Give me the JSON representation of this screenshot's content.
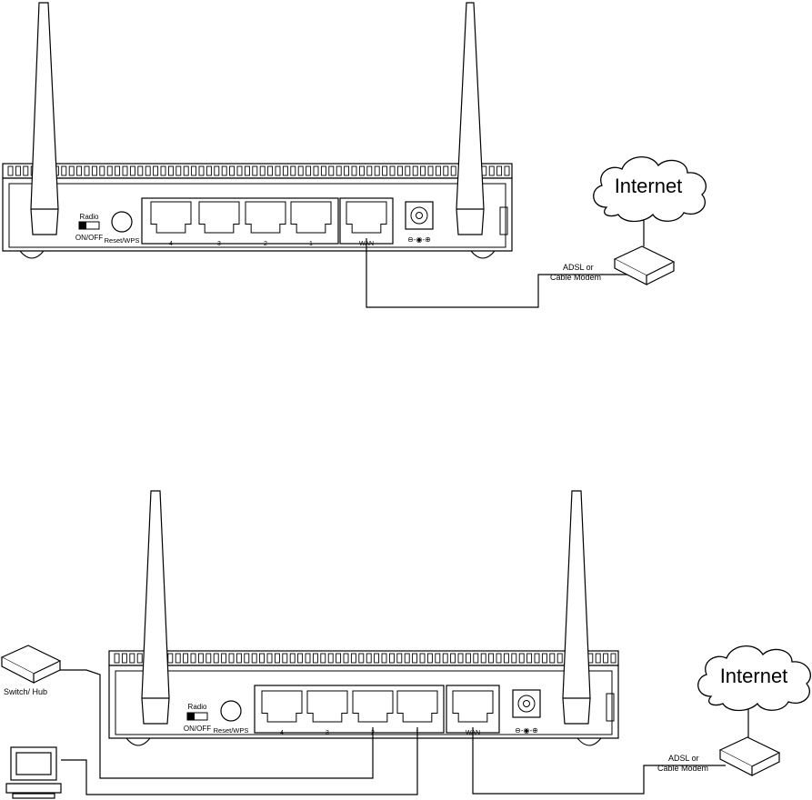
{
  "diagram_1": {
    "router": {
      "radio_label": "Radio",
      "switch_label": "ON/OFF",
      "reset_label": "Reset/WPS",
      "lan_ports": [
        "4",
        "3",
        "2",
        "1"
      ],
      "wan_label": "WAN",
      "power_symbol": "⊖-◉-⊕"
    },
    "modem_label": [
      "ADSL or",
      "Cable Modem"
    ],
    "cloud_label": "Internet"
  },
  "diagram_2": {
    "router": {
      "radio_label": "Radio",
      "switch_label": "ON/OFF",
      "reset_label": "Reset/WPS",
      "lan_ports": [
        "4",
        "3",
        "2",
        "1"
      ],
      "wan_label": "WAN",
      "power_symbol": "⊖-◉-⊕"
    },
    "hub_label": "Switch/ Hub",
    "modem_label": [
      "ADSL or",
      "Cable Modem"
    ],
    "cloud_label": "Internet"
  }
}
